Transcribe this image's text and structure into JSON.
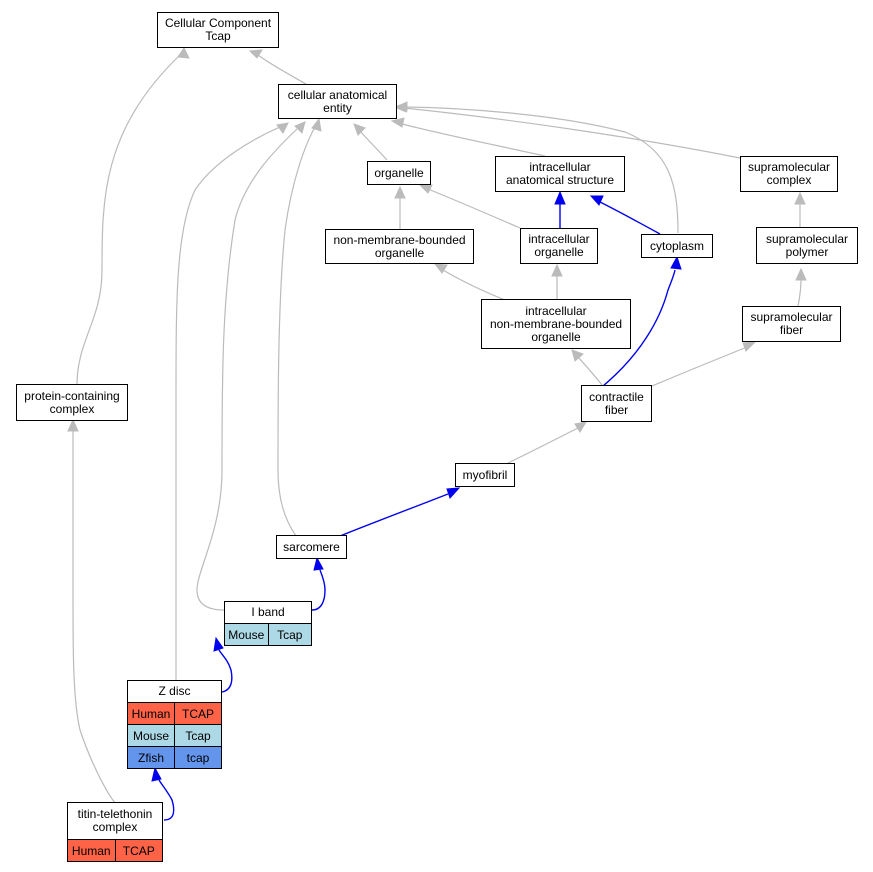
{
  "colors": {
    "Human": "#ff6347",
    "Mouse": "#add8e6",
    "Zfish": "#6495ed",
    "edge_is_a": "#bbbbbb",
    "edge_part_of": "#0000ee"
  },
  "nodes": {
    "cellular_component": {
      "line1": "Cellular Component",
      "line2": "Tcap"
    },
    "cellular_anatomical_entity": {
      "line1": "cellular anatomical",
      "line2": "entity"
    },
    "organelle": {
      "line1": "organelle"
    },
    "intracellular_anatomical_structure": {
      "line1": "intracellular",
      "line2": "anatomical structure"
    },
    "supramolecular_complex": {
      "line1": "supramolecular",
      "line2": "complex"
    },
    "non_membrane_bounded_organelle": {
      "line1": "non-membrane-bounded",
      "line2": "organelle"
    },
    "intracellular_organelle": {
      "line1": "intracellular",
      "line2": "organelle"
    },
    "cytoplasm": {
      "line1": "cytoplasm"
    },
    "supramolecular_polymer": {
      "line1": "supramolecular",
      "line2": "polymer"
    },
    "intracellular_nmb_organelle": {
      "line1": "intracellular",
      "line2": "non-membrane-bounded",
      "line3": "organelle"
    },
    "supramolecular_fiber": {
      "line1": "supramolecular",
      "line2": "fiber"
    },
    "protein_containing_complex": {
      "line1": "protein-containing",
      "line2": "complex"
    },
    "contractile_fiber": {
      "line1": "contractile",
      "line2": "fiber"
    },
    "myofibril": {
      "line1": "myofibril"
    },
    "sarcomere": {
      "line1": "sarcomere"
    },
    "i_band": {
      "title": "I band",
      "rows": [
        {
          "species": "Mouse",
          "gene": "Tcap"
        }
      ]
    },
    "z_disc": {
      "title": "Z disc",
      "rows": [
        {
          "species": "Human",
          "gene": "TCAP"
        },
        {
          "species": "Mouse",
          "gene": "Tcap"
        },
        {
          "species": "Zfish",
          "gene": "tcap"
        }
      ]
    },
    "titin_telethonin_complex": {
      "line1": "titin-telethonin",
      "line2": "complex",
      "rows": [
        {
          "species": "Human",
          "gene": "TCAP"
        }
      ]
    }
  }
}
